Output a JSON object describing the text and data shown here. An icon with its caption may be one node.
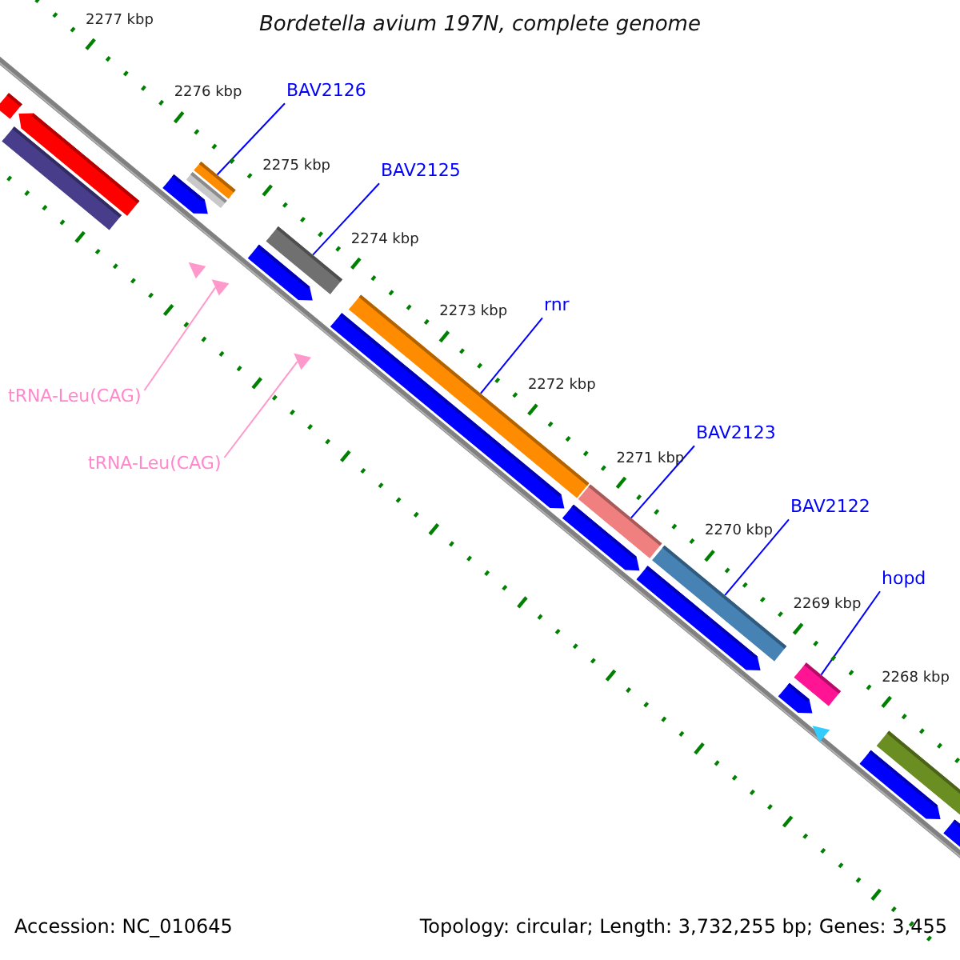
{
  "diagram": {
    "title": "Bordetella avium 197N, complete genome",
    "nodes": [
      {
        "text": [
          "BAV2126"
        ]
      },
      {
        "text": [],
        "shape": "bar"
      },
      {
        "text": [
          "BAV2125"
        ]
      },
      {
        "text": [],
        "shape": "bar"
      },
      {
        "text": [
          "rnr"
        ]
      },
      {
        "text": [],
        "shape": "bar"
      },
      {
        "text": [
          "tRNA-Leu(CAG)"
        ]
      },
      {
        "text": [],
        "shape": "triangle"
      },
      {
        "text": [
          "BAV2123"
        ]
      },
      {
        "text": [],
        "shape": "bar"
      },
      {
        "text": [
          "tRNA-Leu(CAG)"
        ]
      },
      {
        "text": [],
        "shape": "triangle"
      },
      {
        "text": [
          "BAV2122"
        ]
      },
      {
        "text": [],
        "shape": "bar"
      },
      {
        "text": [
          "hopd"
        ]
      },
      {
        "text": [],
        "shape": "bar"
      },
      {
        "text": [],
        "shape": "bar"
      },
      {
        "text": [],
        "shape": "bar"
      },
      {
        "text": [],
        "shape": "bar"
      },
      {
        "text": [],
        "shape": "bar"
      },
      {
        "text": [],
        "shape": "bar"
      },
      {
        "text": [],
        "shape": "bar"
      },
      {
        "text": [],
        "shape": "bar"
      },
      {
        "text": [],
        "shape": "bar"
      },
      {
        "text": [],
        "shape": "bar"
      },
      {
        "text": [],
        "shape": "bar"
      },
      {
        "text": [],
        "shape": "bar"
      },
      {
        "text": [],
        "shape": "bar"
      },
      {
        "text": [],
        "shape": "bar"
      },
      {
        "text": [],
        "shape": "triangle"
      },
      {
        "text": [],
        "shape": "triangle"
      }
    ],
    "edges": [
      {
        "from": 0,
        "to": 1,
        "arrow": "none"
      },
      {
        "from": 2,
        "to": 3,
        "arrow": "none"
      },
      {
        "from": 4,
        "to": 5,
        "arrow": "none"
      },
      {
        "from": 6,
        "to": 7,
        "arrow": "none",
        "color": "#ff99cc"
      },
      {
        "from": 8,
        "to": 9,
        "arrow": "none"
      },
      {
        "from": 10,
        "to": 11,
        "arrow": "none",
        "color": "#ff99cc"
      },
      {
        "from": 12,
        "to": 13,
        "arrow": "none"
      },
      {
        "from": 14,
        "to": 15,
        "arrow": "none"
      }
    ],
    "labels": [
      "2277 kbp",
      "2276 kbp",
      "2275 kbp",
      "2274 kbp",
      "2273 kbp",
      "2272 kbp",
      "2271 kbp",
      "2270 kbp",
      "2269 kbp",
      "2268 kbp",
      "Accession: NC_010645",
      "Topology: circular; Length: 3,732,255 bp; Genes: 3,455"
    ]
  }
}
